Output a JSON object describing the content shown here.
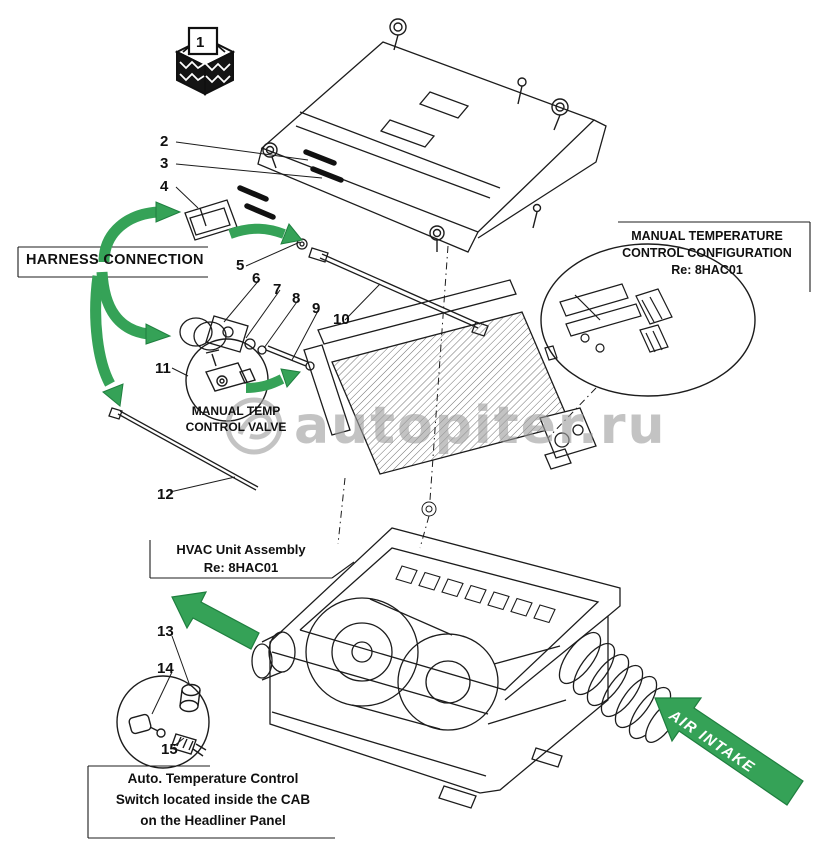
{
  "watermark": {
    "text": "autopiter.ru"
  },
  "callouts": [
    "1",
    "2",
    "3",
    "4",
    "5",
    "6",
    "7",
    "8",
    "9",
    "10",
    "11",
    "12",
    "13",
    "14",
    "15"
  ],
  "labels": {
    "harness_connection": "HARNESS CONNECTION",
    "manual_config": {
      "line1": "MANUAL TEMPERATURE",
      "line2": "CONTROL CONFIGURATION",
      "line3": "Re: 8HAC01"
    },
    "manual_valve": {
      "line1": "MANUAL TEMP",
      "line2": "CONTROL VALVE"
    },
    "hvac_unit": {
      "line1": "HVAC Unit Assembly",
      "line2": "Re: 8HAC01"
    },
    "air_intake": "AIR INTAKE",
    "auto_temp": {
      "line1": "Auto. Temperature Control",
      "line2": "Switch located inside the CAB",
      "line3": "on the Headliner Panel"
    }
  },
  "colors": {
    "arrow_green": "#35a257",
    "arrow_green_dark": "#1f7f3f",
    "line_black": "#1c1c1c",
    "watermark_gray": "#9e9e9e"
  }
}
